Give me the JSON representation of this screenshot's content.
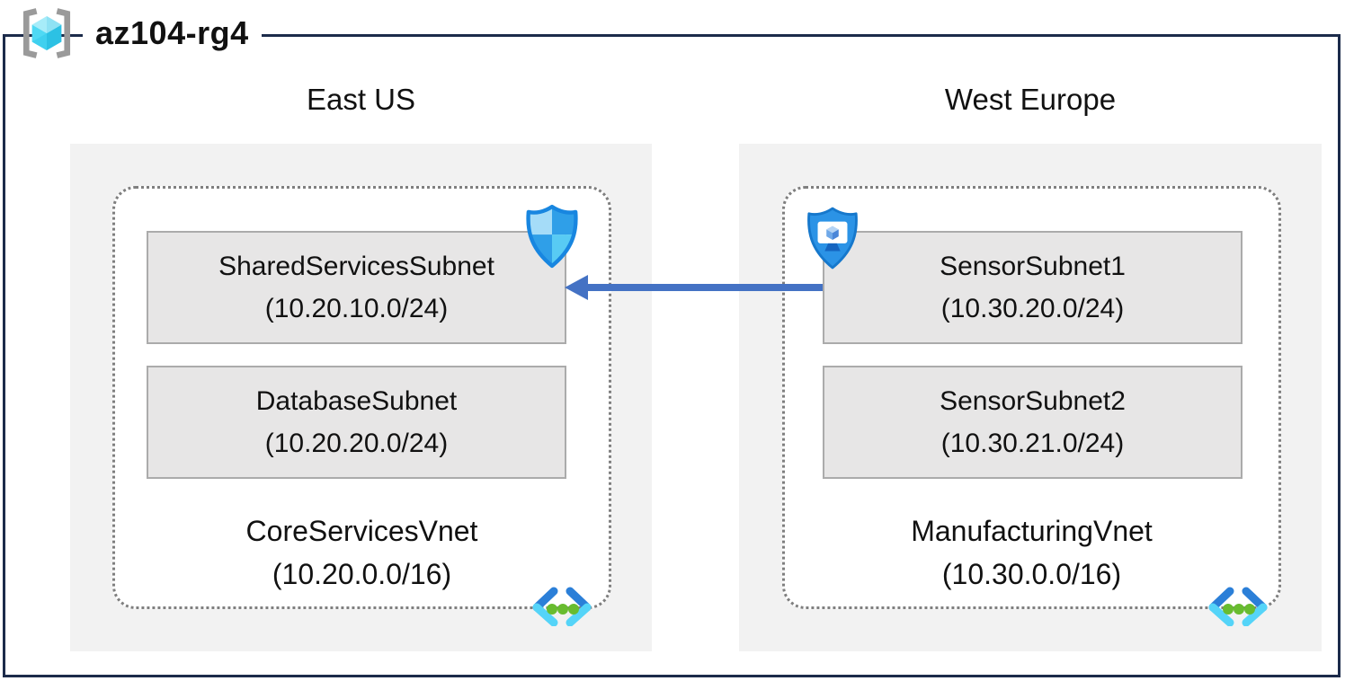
{
  "title": {
    "resource_group": "az104-rg4"
  },
  "regions": [
    {
      "name": "East US",
      "vnet": {
        "name": "CoreServicesVnet",
        "cidr": "(10.20.0.0/16)",
        "subnets": [
          {
            "name": "SharedServicesSubnet",
            "cidr": "(10.20.10.0/24)"
          },
          {
            "name": "DatabaseSubnet",
            "cidr": "(10.20.20.0/24)"
          }
        ]
      }
    },
    {
      "name": "West Europe",
      "vnet": {
        "name": "ManufacturingVnet",
        "cidr": "(10.30.0.0/16)",
        "subnets": [
          {
            "name": "SensorSubnet1",
            "cidr": "(10.30.20.0/24)"
          },
          {
            "name": "SensorSubnet2",
            "cidr": "(10.30.21.0/24)"
          }
        ]
      }
    }
  ],
  "connection": {
    "from": "SensorSubnet1",
    "to": "SharedServicesSubnet",
    "direction": "right-to-left",
    "color": "#4472C4"
  },
  "icons": {
    "resource_group": "resource-group-icon",
    "shared_services_badge": "network-security-group-shield-icon",
    "sensor_subnet_badge": "application-security-group-shield-icon",
    "vnet_badge": "virtual-network-icon"
  },
  "colors": {
    "outer_border": "#1C2B4A",
    "region_fill": "#F2F2F2",
    "vnet_border": "#7F7F7F",
    "subnet_fill": "#E7E6E6",
    "subnet_border": "#ABABAB",
    "arrow": "#4472C4",
    "shield_blue": "#2F9FE8",
    "vnet_icon_green": "#68BC2F"
  }
}
